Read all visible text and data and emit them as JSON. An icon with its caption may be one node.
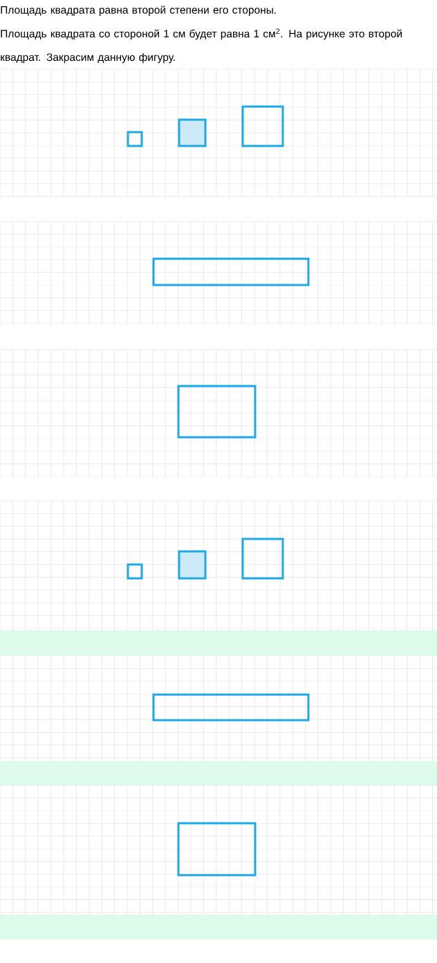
{
  "diagram": {
    "nodes": [
      {
        "text": [],
        "shape": "box"
      },
      {
        "text": [],
        "shape": "box"
      },
      {
        "text": [],
        "shape": "box"
      },
      {
        "text": [],
        "shape": "box"
      },
      {
        "text": [],
        "shape": "box"
      },
      {
        "text": [],
        "shape": "box"
      },
      {
        "text": [],
        "shape": "box"
      },
      {
        "text": [],
        "shape": "box"
      },
      {
        "text": [],
        "shape": "box"
      },
      {
        "text": [],
        "shape": "box"
      }
    ],
    "labels": [
      "Площадь квадрата равна второй степени его стороны.",
      "Площадь квадрата со стороной 1 см будет равна 1 см$^{2}$. На рисунке это второй квадрат. Закрасим данную фигуру."
    ]
  }
}
